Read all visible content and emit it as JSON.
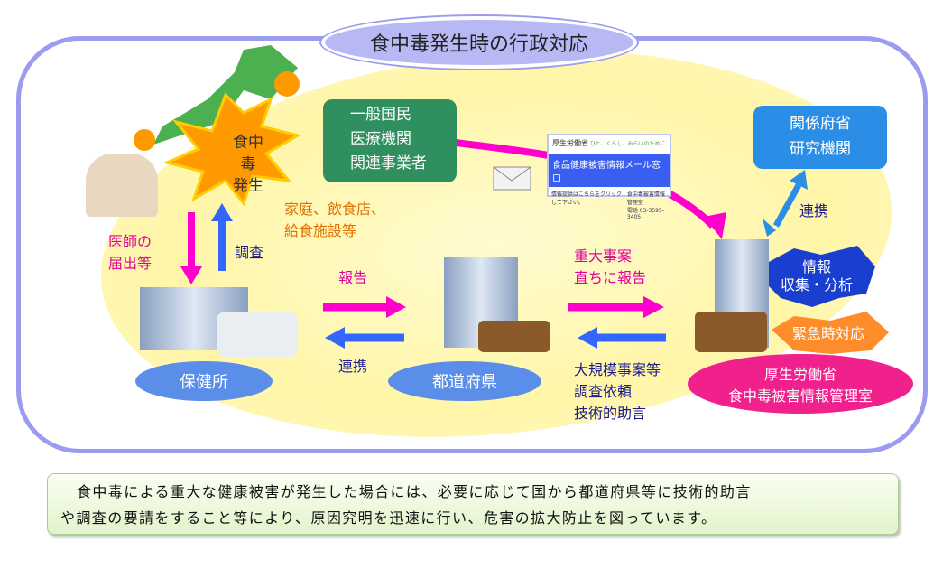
{
  "title": "食中毒発生時の行政対応",
  "outbreak": {
    "line1": "食中毒",
    "line2": "発生",
    "places_line1": "家庭、飲食店、",
    "places_line2": "給食施設等"
  },
  "public_box": [
    "一般国民",
    "医療機関",
    "関連事業者"
  ],
  "agencies_box": [
    "関係府省",
    "研究機関"
  ],
  "mail_window": {
    "org": "厚生労働省",
    "slogan": "ひと、くらし、みらいのために",
    "title": "食品健康被害情報メール窓口",
    "click": "情報提供はこちらをクリックして下さい。",
    "office": "食中毒被害情報管理室",
    "phone": "電話 03-3595-3405"
  },
  "labels": {
    "doctor_report_1": "医師の",
    "doctor_report_2": "届出等",
    "investigation": "調査",
    "report": "報告",
    "cooperation_left": "連携",
    "serious_1": "重大事案",
    "serious_2": "直ちに報告",
    "large_1": "大規模事案等",
    "large_2": "調査依頼",
    "large_3": "技術的助言",
    "cooperation_right": "連携",
    "info_1": "情報",
    "info_2": "収集・分析",
    "emergency": "緊急時対応"
  },
  "nodes": {
    "health_center": "保健所",
    "prefecture": "都道府県",
    "mhlw_1": "厚生労働省",
    "mhlw_2": "食中毒被害情報管理室"
  },
  "footer": {
    "line1": "食中毒による重大な健康被害が発生した場合には、必要に応じて国から都道府県等に技術的助言",
    "line2": "や調査の要請をすること等により、原因究明を迅速に行い、危害の拡大防止を図っています。"
  },
  "colors": {
    "magenta": "#ff00cc",
    "blue_arrow": "#3366ff",
    "frame": "#9b9bf0"
  }
}
